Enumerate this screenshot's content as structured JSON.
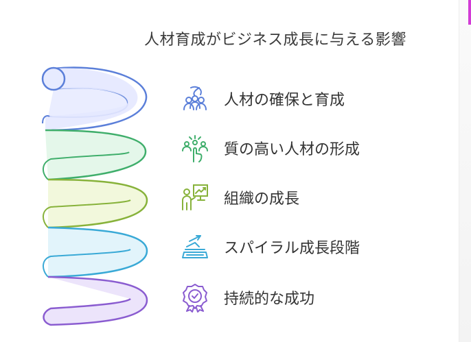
{
  "title": "人材育成がビジネス成長に与える影響",
  "items": [
    {
      "label": "人材の確保と育成",
      "icon": "people-group-icon",
      "color": "#5b7fd9"
    },
    {
      "label": "質の高い人材の形成",
      "icon": "team-hand-pointer-icon",
      "color": "#3fae6b"
    },
    {
      "label": "組織の成長",
      "icon": "presenter-chart-icon",
      "color": "#87b23a"
    },
    {
      "label": "スパイラル成長段階",
      "icon": "growth-stage-icon",
      "color": "#39a9d6"
    },
    {
      "label": "持続的な成功",
      "icon": "award-badge-icon",
      "color": "#8a5cd0"
    }
  ]
}
